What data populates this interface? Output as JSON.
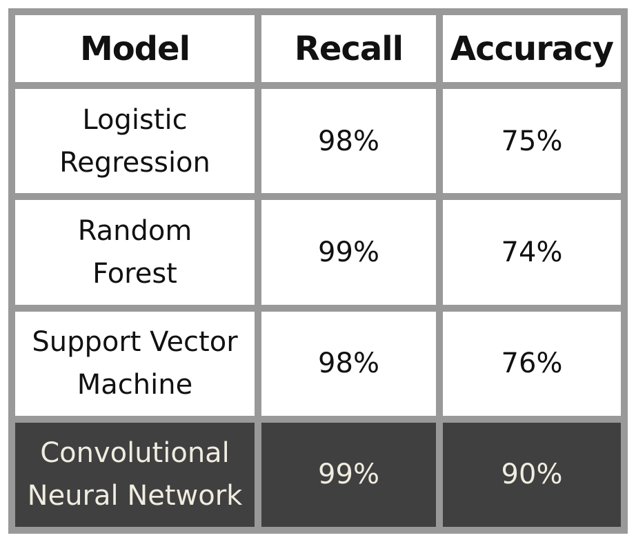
{
  "chart_data": {
    "type": "table",
    "columns": [
      "Model",
      "Recall",
      "Accuracy"
    ],
    "rows": [
      {
        "model": "Logistic Regression",
        "recall": "98%",
        "accuracy": "75%"
      },
      {
        "model": "Random Forest",
        "recall": "99%",
        "accuracy": "74%"
      },
      {
        "model": "Support Vector Machine",
        "recall": "98%",
        "accuracy": "76%"
      },
      {
        "model": "Convolutional Neural Network",
        "recall": "99%",
        "accuracy": "90%"
      }
    ],
    "model_lines": [
      [
        "Logistic",
        "Regression"
      ],
      [
        "Random",
        "Forest"
      ],
      [
        "Support Vector",
        "Machine"
      ],
      [
        "Convolutional",
        "Neural Network"
      ]
    ],
    "highlighted_row": 3,
    "colors": {
      "grid": "#999999",
      "highlight_background": "#404040",
      "highlight_text": "#f0ece0",
      "text": "#111111"
    }
  }
}
